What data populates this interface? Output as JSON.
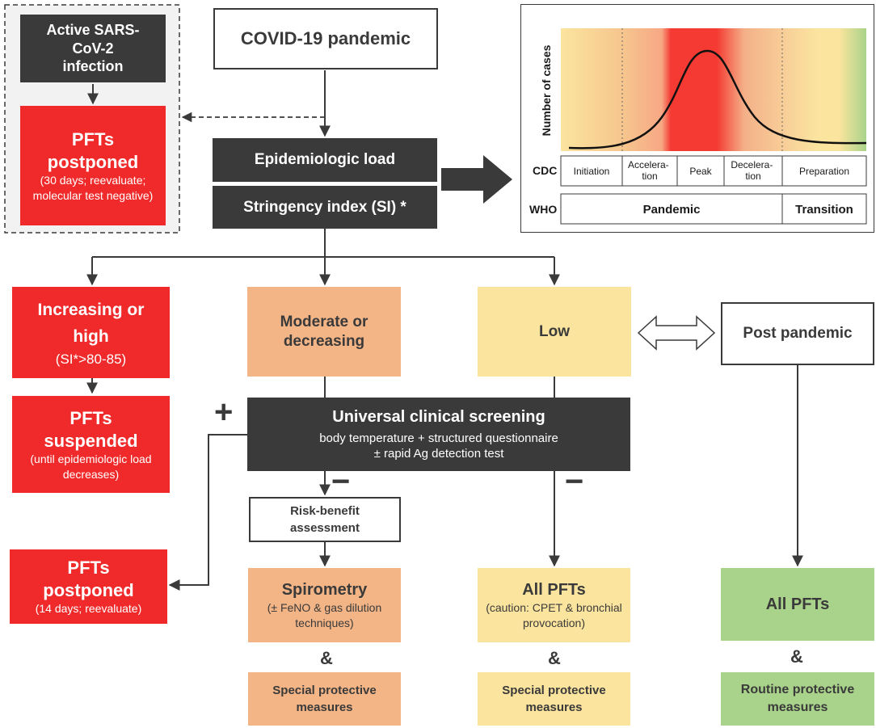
{
  "active_infection": {
    "title": "Active SARS-CoV-2 infection",
    "result_title": "PFTs postponed",
    "result_note": "(30 days; reevaluate; molecular test negative)"
  },
  "pandemic": {
    "title": "COVID-19 pandemic",
    "load_label": "Epidemiologic load",
    "si_label": "Stringency index (SI) *"
  },
  "chart": {
    "ylabel": "Number of cases",
    "cdc_label": "CDC",
    "who_label": "WHO",
    "cdc_phases": [
      "Initiation",
      "Accelera-\ntion",
      "Peak",
      "Decelera-\ntion",
      "Preparation"
    ],
    "who_phases": [
      "Pandemic",
      "Transition"
    ]
  },
  "levels": {
    "high_title": "Increasing or high",
    "high_note": "(SI*>80-85)",
    "moderate_title": "Moderate or decreasing",
    "low_title": "Low",
    "post_title": "Post pandemic"
  },
  "suspended": {
    "title": "PFTs suspended",
    "note": "(until epidemiologic load decreases)"
  },
  "screening": {
    "title": "Universal clinical screening",
    "line1": "body temperature + structured questionnaire",
    "line2": "± rapid Ag detection test",
    "plus": "+",
    "minus": "−"
  },
  "risk_benefit": "Risk-benefit assessment",
  "postponed14": {
    "title": "PFTs postponed",
    "note": "(14 days; reevaluate)"
  },
  "spirometry": {
    "title": "Spirometry",
    "note": "(± FeNO & gas dilution techniques)",
    "amp": "&",
    "protective": "Special protective measures"
  },
  "all_pfts_low": {
    "title": "All PFTs",
    "note": "(caution: CPET & bronchial provocation)",
    "amp": "&",
    "protective": "Special protective measures"
  },
  "all_pfts_post": {
    "title": "All PFTs",
    "amp": "&",
    "protective": "Routine protective measures"
  },
  "colors": {
    "dark": "#3a3a3a",
    "red": "#f02a2a",
    "orange": "#f3b486",
    "yellow": "#fbe49e",
    "green": "#a9d38a"
  }
}
